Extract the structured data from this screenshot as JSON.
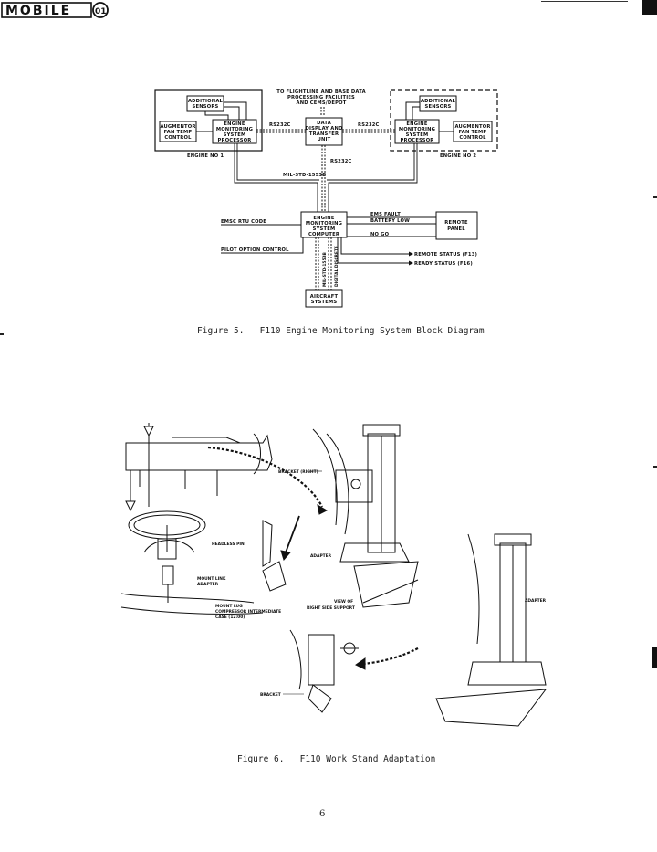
{
  "header": {
    "logo_text": "MOBILE",
    "logo_suffix": "01"
  },
  "figure5": {
    "caption": "Figure 5.   F110 Engine Monitoring System Block Diagram",
    "top_label_1": "TO FLIGHTLINE AND BASE DATA",
    "top_label_2": "PROCESSING FACILITIES",
    "top_label_3": "AND CEMS/DEPOT",
    "engine1": {
      "additional_sensors": [
        "ADDITIONAL",
        "SENSORS"
      ],
      "augmentor": [
        "AUGMENTOR",
        "FAN TEMP",
        "CONTROL"
      ],
      "ems_processor": [
        "ENGINE",
        "MONITORING",
        "SYSTEM",
        "PROCESSOR"
      ],
      "name": "ENGINE NO 1"
    },
    "engine2": {
      "additional_sensors": [
        "ADDITIONAL",
        "SENSORS"
      ],
      "augmentor": [
        "AUGMENTOR",
        "FAN TEMP",
        "CONTROL"
      ],
      "ems_processor": [
        "ENGINE",
        "MONITORING",
        "SYSTEM",
        "PROCESSOR"
      ],
      "name": "ENGINE NO 2"
    },
    "dtu": [
      "DATA",
      "DISPLAY AND",
      "TRANSFER",
      "UNIT"
    ],
    "rs232_left": "RS232C",
    "rs232_right": "RS232C",
    "rs232_down": "RS232C",
    "bus": "MIL-STD-1553B",
    "emsc": [
      "ENGINE",
      "MONITORING",
      "SYSTEM",
      "COMPUTER"
    ],
    "emsc_rtu_code": "EMSC RTU CODE",
    "pilot_option_control": "PILOT OPTION CONTROL",
    "ems_fault": "EMS FAULT",
    "battery_low": "BATTERY LOW",
    "no_go": "NO GO",
    "remote_panel": [
      "REMOTE",
      "PANEL"
    ],
    "remote_status": "REMOTE STATUS (F13)",
    "ready_status": "READY STATUS (F16)",
    "bus_vertical_1": "MIL-STD-1553B",
    "bus_vertical_2": "DIGITAL DISCRETE",
    "aircraft_systems": [
      "AIRCRAFT",
      "SYSTEMS"
    ]
  },
  "figure6": {
    "caption": "Figure 6.   F110 Work Stand Adaptation",
    "bracket_right": "BRACKET (RIGHT)",
    "headless_pin": "HEADLESS PIN",
    "adapter_1": "ADAPTER",
    "mount_link_adapter": [
      "MOUNT LINK",
      "ADAPTER"
    ],
    "mount_lug": [
      "MOUNT LUG",
      "COMPRESSOR INTERMEDIATE",
      "CASE (12:00)"
    ],
    "view_of": [
      "VIEW OF",
      "RIGHT SIDE SUPPORT"
    ],
    "adapter_2": "ADAPTER",
    "bracket": "BRACKET"
  },
  "page_number": "6"
}
